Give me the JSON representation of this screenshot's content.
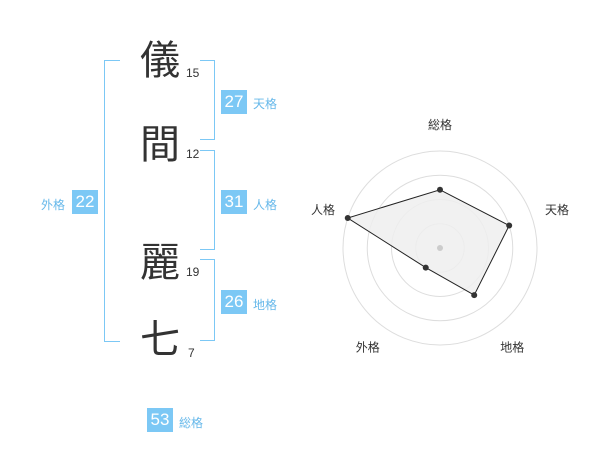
{
  "kanji": [
    {
      "char": "儀",
      "strokes": "15"
    },
    {
      "char": "間",
      "strokes": "12"
    },
    {
      "char": "麗",
      "strokes": "19"
    },
    {
      "char": "七",
      "strokes": "7"
    }
  ],
  "kaku": {
    "tenkaku": {
      "value": "27",
      "label": "天格"
    },
    "jinkaku": {
      "value": "31",
      "label": "人格"
    },
    "chikaku": {
      "value": "26",
      "label": "地格"
    },
    "gaikaku": {
      "value": "22",
      "label": "外格"
    },
    "soukaku": {
      "value": "53",
      "label": "総格"
    }
  },
  "colors": {
    "accent": "#7cc8f5",
    "label": "#66b8ea",
    "text": "#333333"
  },
  "chart_data": {
    "type": "radar",
    "axes": [
      "総格",
      "天格",
      "地格",
      "外格",
      "人格"
    ],
    "values": [
      0.6,
      0.75,
      0.6,
      0.25,
      1.0
    ],
    "max": 1.0,
    "rings": 4
  }
}
